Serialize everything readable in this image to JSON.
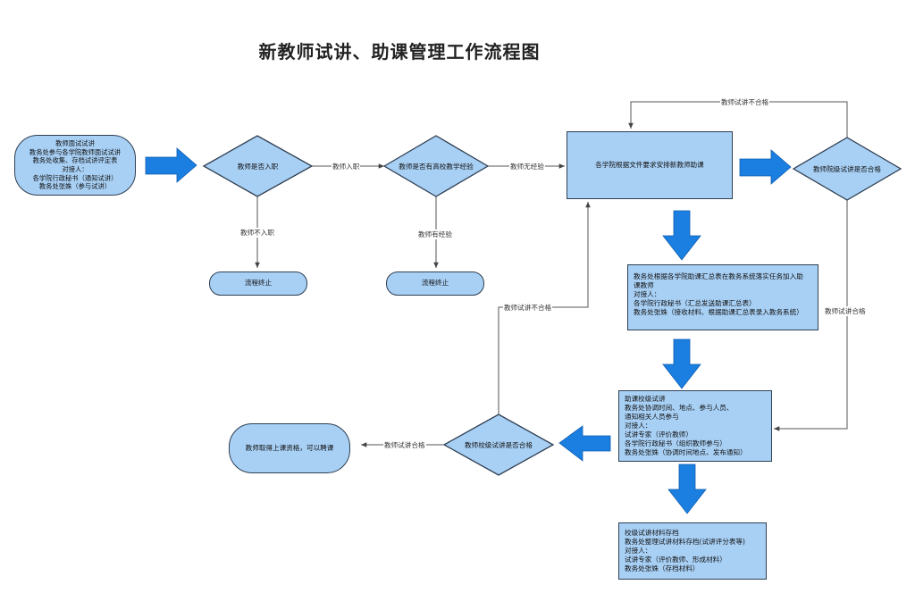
{
  "title": "新教师试讲、助课管理工作流程图",
  "nodes": {
    "start": {
      "lines": [
        "教师面试试讲",
        "教务处参与各学院教师面试试讲",
        "教务处收集、存档试讲评定表",
        "对接人：",
        "各学院行政秘书（通知试讲）",
        "教务处张姝（参与试讲）"
      ]
    },
    "d_employed": "教师是否入职",
    "d_experience": "教师是否有高校教学经验",
    "end1": "流程终止",
    "end2": "流程终止",
    "arrange": "各学院根据文件要求安排新教师助课",
    "d_college_trial": "教师院级试讲是否合格",
    "summary": {
      "lines": [
        "教务处根据各学院助课汇总表在教务系统落实任务加入助",
        "课教师",
        "对接人：",
        "各学院行政秘书（汇总发送助课汇总表）",
        "教务处张姝（接收材料、根据助课汇总表录入教务系统）"
      ]
    },
    "school_trial": {
      "lines": [
        "助课校级试讲",
        "教务处协调时间、地点、参与人员、",
        "通知相关人员参与",
        "对接人：",
        "试讲专家（评价教师）",
        "各学院行政秘书（组织教师参与）",
        "教务处张姝（协调时间地点、发布通知）"
      ]
    },
    "d_school_trial": "教师校级试讲是否合格",
    "qualified": "教师取得上课资格，可以聘课",
    "archive": {
      "lines": [
        "校级试讲材料存档",
        "教务处整理试讲材料存档(试讲评分表等)",
        "对接人：",
        "试讲专家（评价教师、形成材料）",
        "教务处张姝（存档材料）"
      ]
    }
  },
  "edge_labels": {
    "employed": "教师入职",
    "not_employed": "教师不入职",
    "has_experience": "教师有经验",
    "no_experience": "教师无经验",
    "college_fail": "教师试讲不合格",
    "college_pass": "教师试讲合格",
    "school_fail": "教师试讲不合格",
    "school_pass": "教师试讲合格"
  },
  "colors": {
    "node_fill": "#a8d0f5",
    "node_border": "#2f3f52",
    "block_arrow": "#1a7fe0",
    "connector": "#555555"
  }
}
